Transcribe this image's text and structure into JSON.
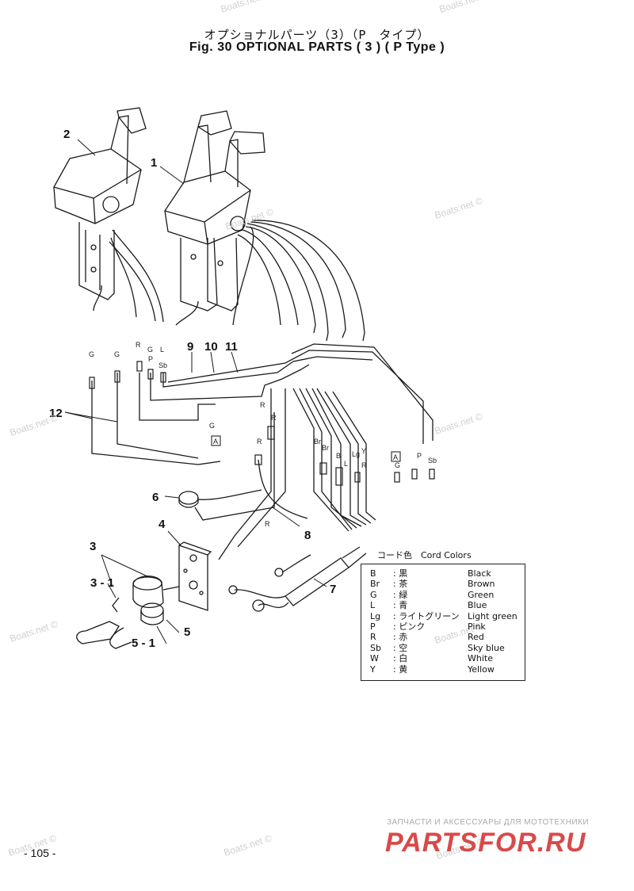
{
  "title": {
    "japanese": "オプショナルパーツ（3）（P　タイプ）",
    "english": "Fig. 30   OPTIONAL PARTS ( 3 ) ( P Type )"
  },
  "part_labels": [
    "1",
    "2",
    "3",
    "3-1",
    "4",
    "5",
    "5-1",
    "6",
    "7",
    "8",
    "9",
    "10",
    "11",
    "12"
  ],
  "wire_labels": {
    "left_group": [
      "G",
      "G",
      "R",
      "G",
      "P",
      "L",
      "Sb"
    ],
    "right_group": [
      "Br",
      "Br",
      "B",
      "L",
      "Lg",
      "Y",
      "R",
      "G",
      "P",
      "Sb",
      "R",
      "R",
      "R",
      "G",
      "R"
    ]
  },
  "connector_tag": "A",
  "legend": {
    "header": "コード色　Cord Colors",
    "rows": [
      {
        "code": "B",
        "jp": ": 黒",
        "en": "Black"
      },
      {
        "code": "Br",
        "jp": ": 茶",
        "en": "Brown"
      },
      {
        "code": "G",
        "jp": ": 緑",
        "en": "Green"
      },
      {
        "code": "L",
        "jp": ": 青",
        "en": "Blue"
      },
      {
        "code": "Lg",
        "jp": ": ライトグリーン",
        "en": "Light green"
      },
      {
        "code": "P",
        "jp": ": ピンク",
        "en": "Pink"
      },
      {
        "code": "R",
        "jp": ": 赤",
        "en": "Red"
      },
      {
        "code": "Sb",
        "jp": ": 空",
        "en": "Sky blue"
      },
      {
        "code": "W",
        "jp": ": 白",
        "en": "White"
      },
      {
        "code": "Y",
        "jp": ": 黄",
        "en": "Yellow"
      }
    ]
  },
  "watermark": "Boats.net ©",
  "ru_watermark": "ЗАПЧАСТИ И АКСЕССУАРЫ ДЛЯ МОТОТЕХНИКИ",
  "logo": "PARTSFOR.RU",
  "page_number": "- 105 -",
  "colors": {
    "line": "#1a1a1a",
    "watermark": "#d0d0d0",
    "logo": "#d84a4a"
  }
}
